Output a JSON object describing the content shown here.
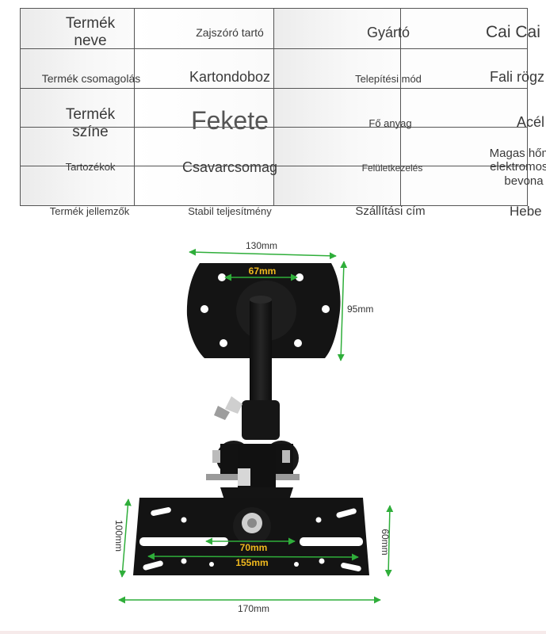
{
  "table": {
    "rows": [
      [
        {
          "text": "Termék\nneve"
        },
        {
          "text": "Zajszóró tartó"
        },
        {
          "text": "Gyártó"
        },
        {
          "text": "Cai Cai"
        }
      ],
      [
        {
          "text": "Termék csomagolás"
        },
        {
          "text": "Kartondoboz"
        },
        {
          "text": "Telepítési mód"
        },
        {
          "text": "Fali rögz"
        }
      ],
      [
        {
          "text": "Termék\nszíne"
        },
        {
          "text": "Fekete"
        },
        {
          "text": "Fő anyag"
        },
        {
          "text": "Acél"
        }
      ],
      [
        {
          "text": "Tartozékok"
        },
        {
          "text": "Csavarcsomag"
        },
        {
          "text": "Felületkezelés"
        },
        {
          "text": "Magas hőmé\nelektromos p\nbevona"
        }
      ]
    ],
    "footer": [
      {
        "text": "Termék jellemzők"
      },
      {
        "text": "Stabil teljesítmény"
      },
      {
        "text": "Szállítási cím"
      },
      {
        "text": "Hebe"
      }
    ]
  },
  "diagram": {
    "dimensions": {
      "top_plate_width": "130mm",
      "top_hole_spacing": "67mm",
      "top_plate_height": "95mm",
      "bottom_plate_depth": "100mm",
      "bottom_plate_height": "60mm",
      "bottom_slot_spacing": "70mm",
      "bottom_hole_spacing": "155mm",
      "bottom_plate_width": "170mm"
    },
    "colors": {
      "dimension_line": "#2fae3a",
      "highlight_label": "#f0b91e",
      "metal": "#141414"
    }
  }
}
